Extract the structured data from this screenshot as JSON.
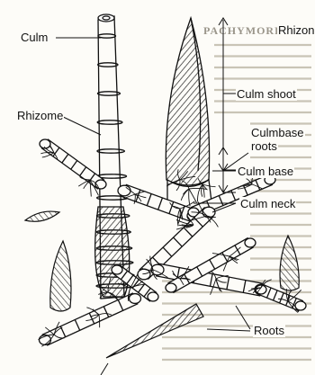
{
  "heading_fragment": "PACHYMORPH RHIZOME",
  "labels": {
    "culm": "Culm",
    "rhizome_top": "Rhizon",
    "rhizome": "Rhizome",
    "culm_shoot": "Culm shoot",
    "culmbase_roots_line1": "Culmbase",
    "culmbase_roots_line2": "roots",
    "culm_base": "Culm base",
    "culm_neck": "Culm neck",
    "roots": "Roots"
  },
  "colors": {
    "ink": "#111111",
    "paper": "#fdfcf8",
    "faded_text": "#c9c4b6"
  }
}
